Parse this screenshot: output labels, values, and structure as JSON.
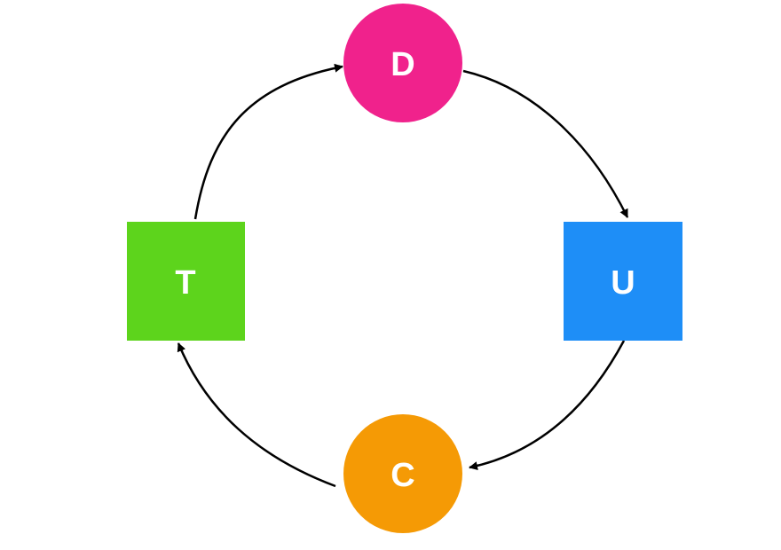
{
  "diagram": {
    "nodes": [
      {
        "id": "D",
        "label": "D",
        "shape": "circle",
        "color": "#f0228c"
      },
      {
        "id": "U",
        "label": "U",
        "shape": "square",
        "color": "#1e8ef7"
      },
      {
        "id": "C",
        "label": "C",
        "shape": "circle",
        "color": "#f59a05"
      },
      {
        "id": "T",
        "label": "T",
        "shape": "square",
        "color": "#5dd41c"
      }
    ],
    "edges": [
      {
        "from": "T",
        "to": "D"
      },
      {
        "from": "D",
        "to": "U"
      },
      {
        "from": "U",
        "to": "C"
      },
      {
        "from": "C",
        "to": "T"
      }
    ],
    "edge_color": "#000000",
    "label_color": "#ffffff"
  }
}
